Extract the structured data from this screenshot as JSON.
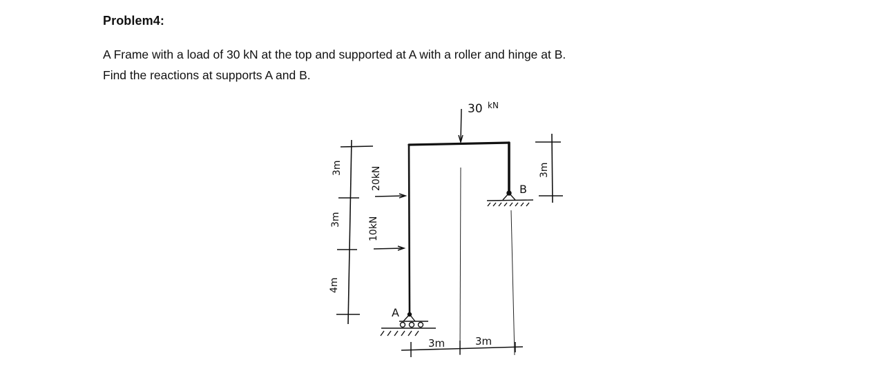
{
  "document": {
    "title": "Problem4:",
    "paragraphs": [
      "A Frame with a load of 30 kN at the top and supported at A with a roller and hinge at B.",
      "Find the reactions at supports A and B."
    ]
  },
  "diagram": {
    "top_load": {
      "label": "30",
      "unit": "kN"
    },
    "side_loads": [
      {
        "label": "20kN",
        "direction": "right"
      },
      {
        "label": "10kN",
        "direction": "right"
      }
    ],
    "left_dimensions": [
      {
        "label": "3m"
      },
      {
        "label": "3m"
      },
      {
        "label": "4m"
      }
    ],
    "right_dimension": {
      "label": "3m"
    },
    "bottom_dimensions": [
      {
        "label": "3m"
      },
      {
        "label": "3m"
      }
    ],
    "supports": {
      "A": {
        "label": "A",
        "type": "roller"
      },
      "B": {
        "label": "B",
        "type": "hinge"
      }
    }
  }
}
